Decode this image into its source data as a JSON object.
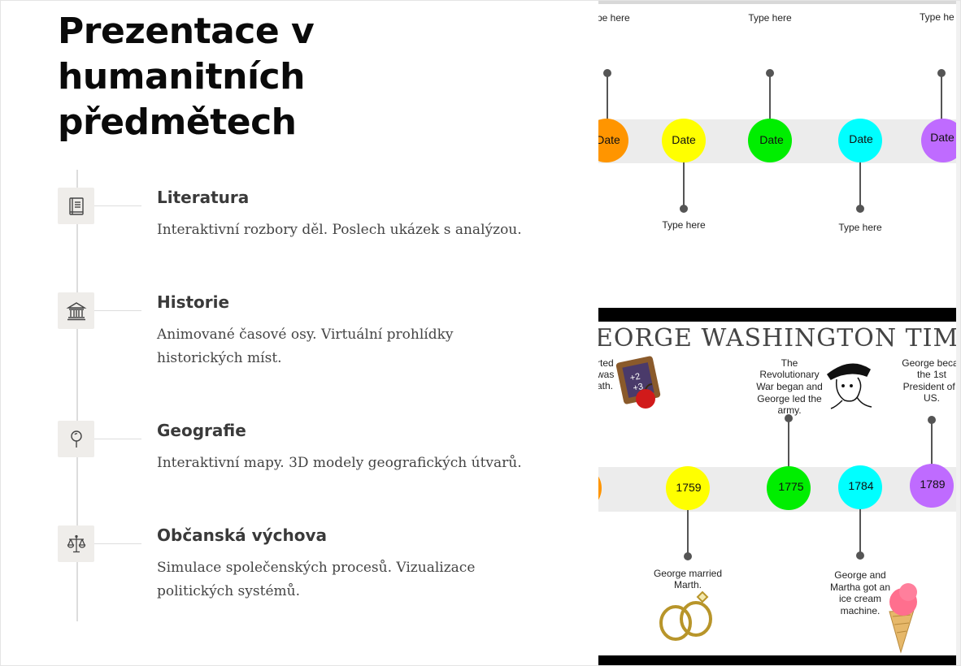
{
  "page": {
    "title_line1": "Prezentace v",
    "title_line2": "humanitních",
    "title_line3": "předmětech"
  },
  "subjects": [
    {
      "title": "Literatura",
      "description": "Interaktivní rozbory děl. Poslech ukázek s analýzou.",
      "icon": "book-icon"
    },
    {
      "title": "Historie",
      "description": "Animované časové osy. Virtuální prohlídky historických míst.",
      "icon": "museum-icon"
    },
    {
      "title": "Geografie",
      "description": "Interaktivní mapy. 3D modely geografických útvarů.",
      "icon": "map-pin-icon"
    },
    {
      "title": "Občanská výchova",
      "description": "Simulace společenských procesů. Vizualizace politických systémů.",
      "icon": "scales-icon"
    }
  ],
  "template_timeline": {
    "labels_top": [
      "pe here",
      "Type here",
      "Type he"
    ],
    "labels_bottom": [
      "Type here",
      "Type here"
    ],
    "dates": [
      "Date",
      "Date",
      "Date",
      "Date",
      "Date"
    ],
    "colors": [
      "#ff9500",
      "#ffff00",
      "#00ee00",
      "#00ffff",
      "#bf6bff"
    ]
  },
  "washington_timeline": {
    "heading": "EORGE WASHINGTON TIMELIN",
    "top_left_lines": [
      "rted",
      "was",
      "ath."
    ],
    "top_mid_lines": [
      "The",
      "Revolutionary",
      "War began and",
      "George led the",
      "army."
    ],
    "top_right_lines": [
      "George becar",
      "the 1st",
      "President of t",
      "US."
    ],
    "years": [
      "1759",
      "1775",
      "1784",
      "1789"
    ],
    "bottom_left_lines": [
      "George married",
      "Marth."
    ],
    "bottom_right_lines": [
      "George and",
      "Martha got an",
      "ice cream",
      "machine."
    ],
    "colors": [
      "#ff9500",
      "#ffff00",
      "#00ee00",
      "#00ffff",
      "#bf6bff"
    ]
  }
}
